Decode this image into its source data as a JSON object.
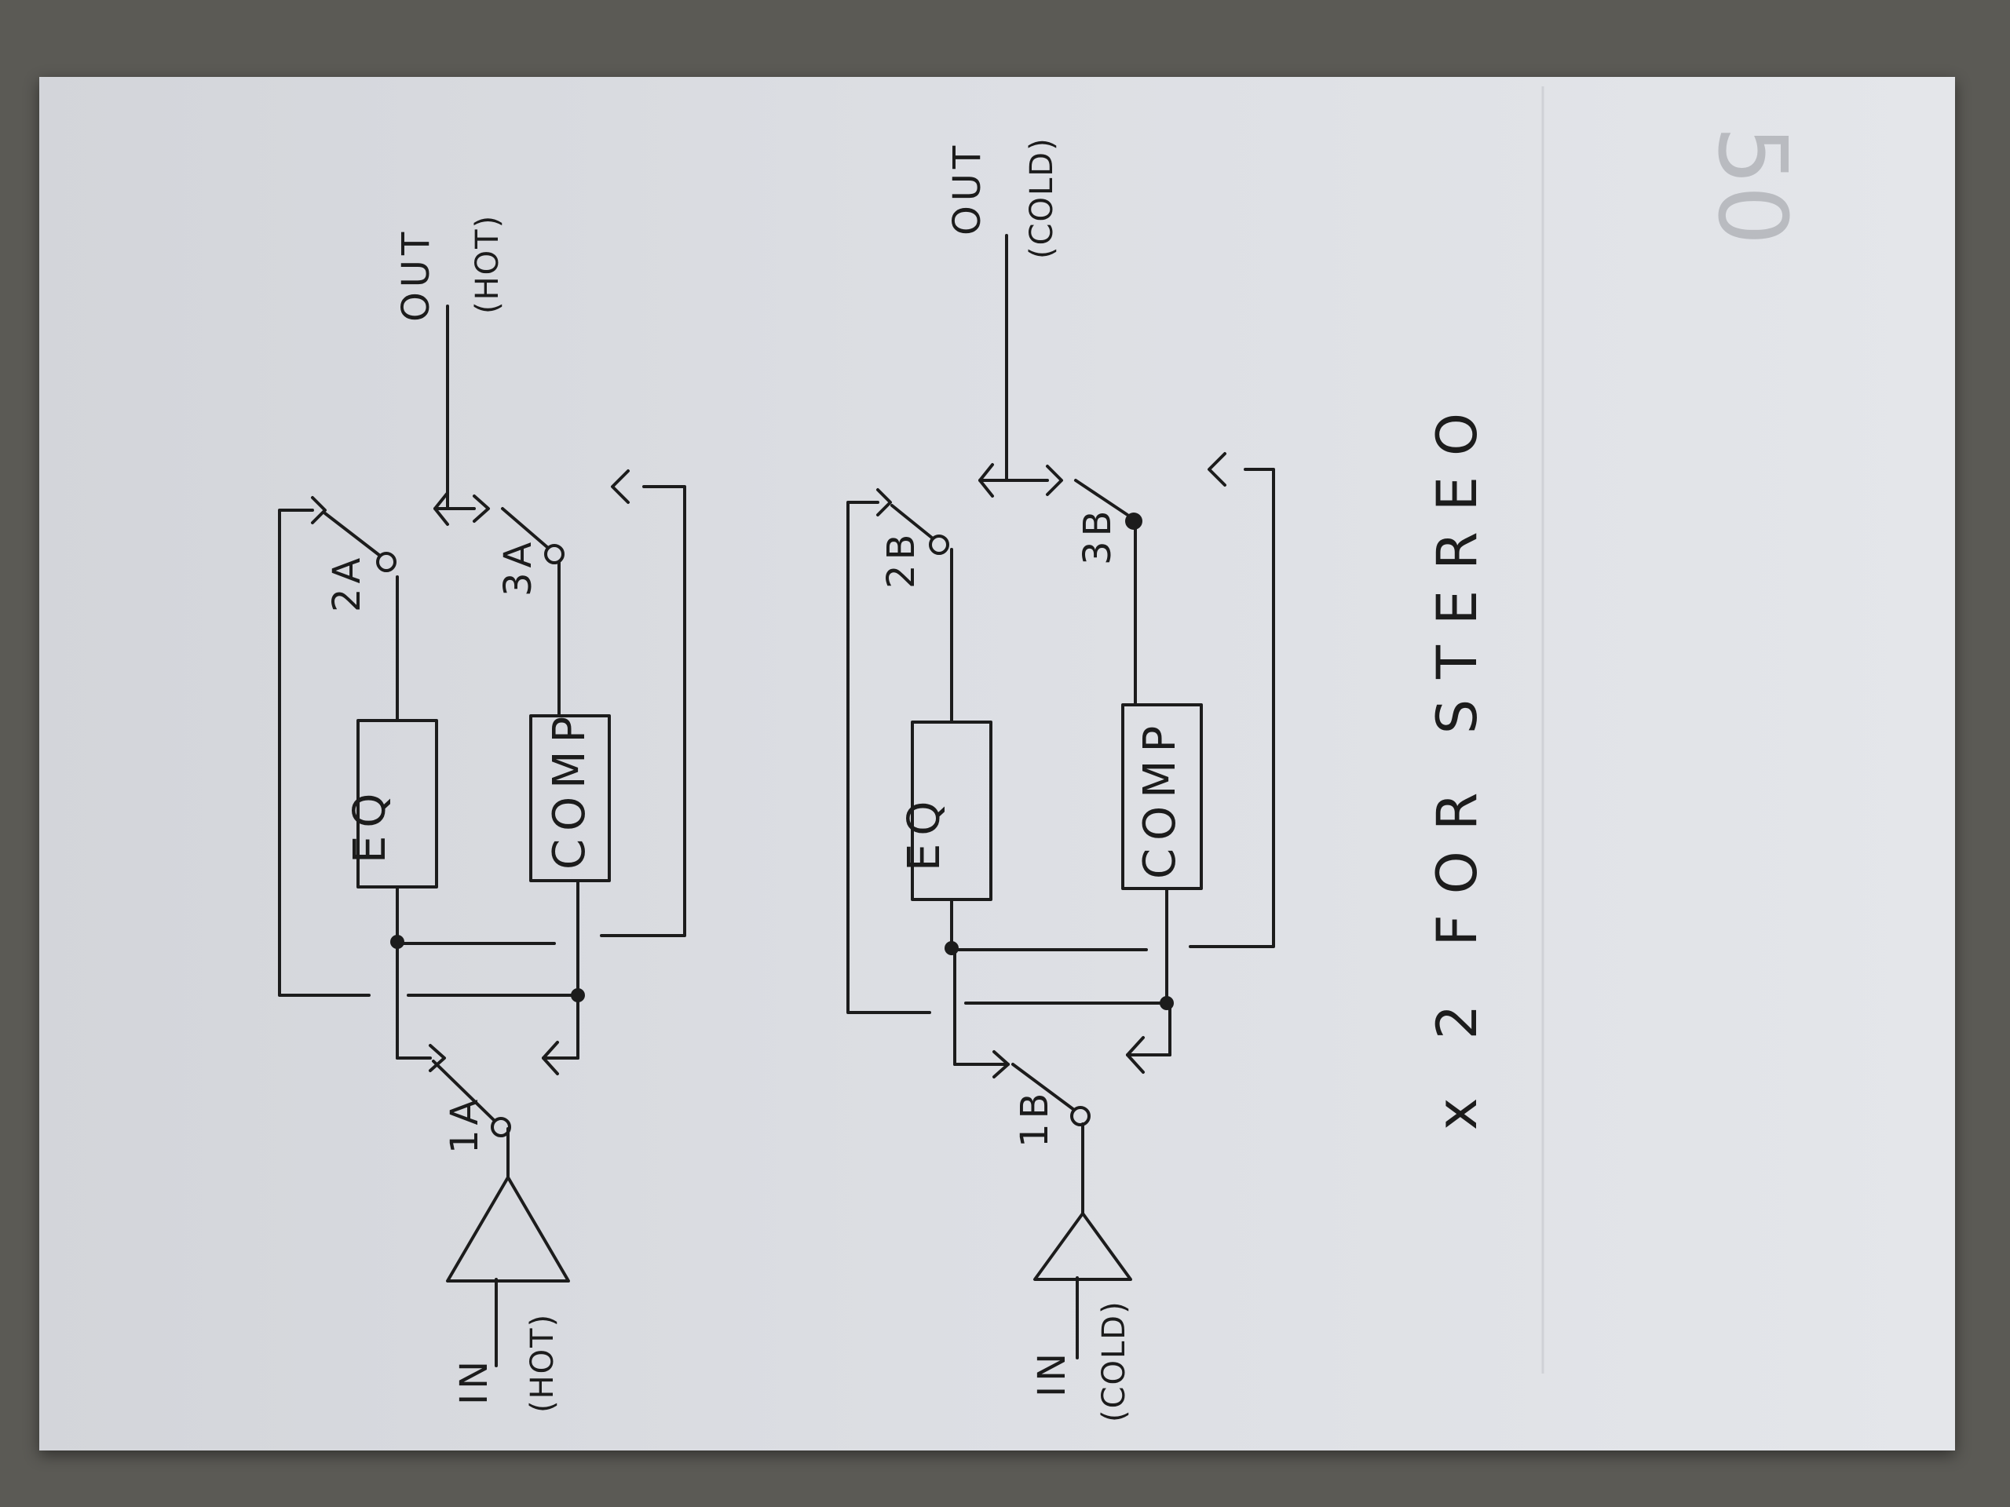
{
  "channels": [
    {
      "id": "hot",
      "input_label": "IN",
      "input_polarity": "(HOT)",
      "output_label": "OUT",
      "output_polarity": "(HOT)",
      "switches": [
        "1A",
        "2A",
        "3A"
      ],
      "blocks": [
        "EQ",
        "COMP"
      ]
    },
    {
      "id": "cold",
      "input_label": "IN",
      "input_polarity": "(COLD)",
      "output_label": "OUT",
      "output_polarity": "(COLD)",
      "switches": [
        "1B",
        "2B",
        "3B"
      ],
      "blocks": [
        "EQ",
        "COMP"
      ]
    }
  ],
  "note": "x 2  FOR STEREO",
  "corner_mark": "50",
  "colors": {
    "ink": "#1c1c1c",
    "paper": "#dcdee3",
    "background": "#5b5a55"
  }
}
